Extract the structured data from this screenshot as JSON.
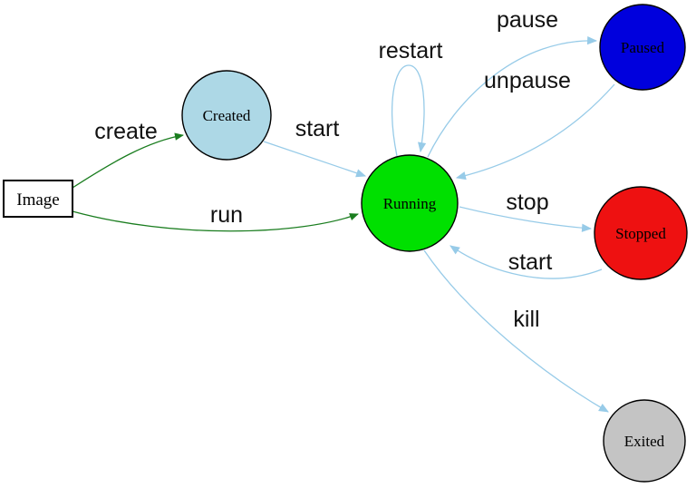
{
  "diagram": {
    "title": "container-lifecycle-state-diagram",
    "background": "#ffffff",
    "colors": {
      "green_edge": "#1a7d1f",
      "blue_edge": "#97cbe8",
      "image_border": "#2222cc",
      "node_border": "#000000",
      "label_text": "#000000"
    },
    "nodes": {
      "image": {
        "label": "Image",
        "shape": "box",
        "fill": "#ffffff"
      },
      "created": {
        "label": "Created",
        "shape": "circle",
        "fill": "#add8e6"
      },
      "running": {
        "label": "Running",
        "shape": "circle",
        "fill": "#00e000"
      },
      "paused": {
        "label": "Paused",
        "shape": "circle",
        "fill": "#0000dd"
      },
      "stopped": {
        "label": "Stopped",
        "shape": "circle",
        "fill": "#ee1111"
      },
      "exited": {
        "label": "Exited",
        "shape": "circle",
        "fill": "#c4c4c4"
      }
    },
    "edges": [
      {
        "label": "create",
        "from": "image",
        "to": "created",
        "color": "#1a7d1f"
      },
      {
        "label": "run",
        "from": "image",
        "to": "running",
        "color": "#1a7d1f"
      },
      {
        "label": "start",
        "from": "created",
        "to": "running",
        "color": "#97cbe8"
      },
      {
        "label": "restart",
        "from": "running",
        "to": "running",
        "color": "#97cbe8"
      },
      {
        "label": "pause",
        "from": "running",
        "to": "paused",
        "color": "#97cbe8"
      },
      {
        "label": "unpause",
        "from": "paused",
        "to": "running",
        "color": "#97cbe8"
      },
      {
        "label": "stop",
        "from": "running",
        "to": "stopped",
        "color": "#97cbe8"
      },
      {
        "label": "start",
        "from": "stopped",
        "to": "running",
        "color": "#97cbe8"
      },
      {
        "label": "kill",
        "from": "running",
        "to": "exited",
        "color": "#97cbe8"
      }
    ]
  }
}
